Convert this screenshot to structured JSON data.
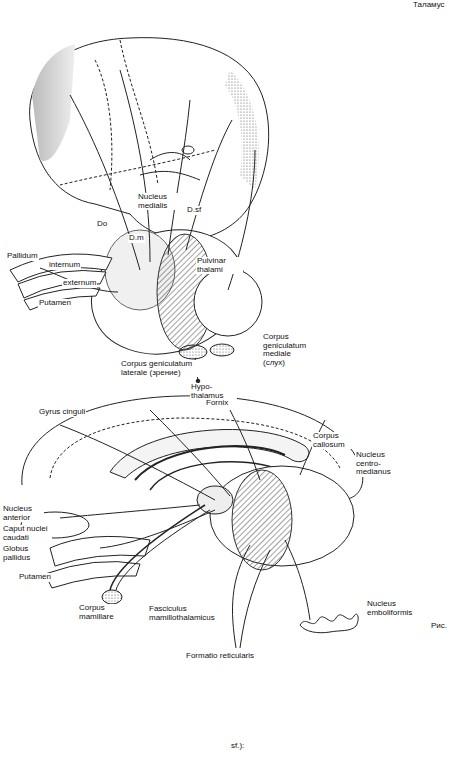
{
  "diagram": {
    "labels": [
      "Таламус",
      "Nucleus medialis",
      "D.sf",
      "Do",
      "D.m",
      "Pallidum",
      "internum",
      "externum",
      "Pulvinar thalami",
      "Putamen",
      "Corpus geniculatum mediale (слух)",
      "Corpus geniculatum laterale (зрение)",
      "Hypo- thalamus",
      "Fornix",
      "Gyrus cinguli",
      "Corpus callosum",
      "Nucleus centro- medianus",
      "Nucleus anterior",
      "Caput nuclei caudati",
      "Globus pallidus",
      "Putamen",
      "Corpus mamillare",
      "Fasciculus mamillothalamicus",
      "Nucleus emboliformis",
      "Рис.",
      "Formatio reticularis",
      "sf.):"
    ]
  }
}
